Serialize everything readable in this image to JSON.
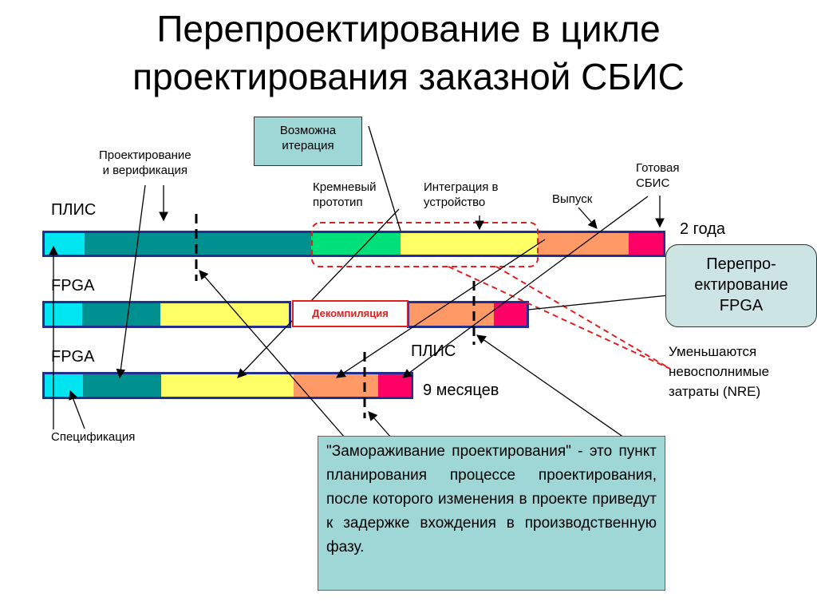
{
  "title": {
    "line1": "Перепроектирование в цикле",
    "line2": "проектирования заказной СБИС"
  },
  "labels": {
    "design_verification": [
      "Проектирование",
      "и верификация"
    ],
    "possible_iteration": [
      "Возможна",
      "итерация"
    ],
    "silicon_prototype": [
      "Кремневый",
      "прототип"
    ],
    "integration": [
      "Интеграция в",
      "устройство"
    ],
    "release": "Выпуск",
    "ready_asic": [
      "Готовая",
      "СБИС"
    ],
    "plis_top": "ПЛИС",
    "fpga_mid": "FPGA",
    "fpga_bottom": "FPGA",
    "plis_mid": "ПЛИС",
    "two_years": "2 года",
    "nine_months": "9 месяцев",
    "specification": "Спецификация",
    "decompilation": "Декомпиляция",
    "redesign_fpga": [
      "Перепро-",
      "ектирование",
      "FPGA"
    ],
    "nre": [
      "Уменьшаются",
      "невосполнимые",
      "затраты (NRE)"
    ],
    "design_freeze": "\"Замораживание проектирования\" - это пункт планирования процессе проектирования, после которого изменения в проекте приведут к задержке вхождения в производственную фазу."
  },
  "colors": {
    "spec": "#00e5f0",
    "design": "#00908f",
    "silicon": "#00e07a",
    "integration": "#ffff66",
    "release": "#ff9966",
    "done": "#ff0066",
    "bar_border": "#222f8f",
    "dashed_red": "#e02020"
  }
}
